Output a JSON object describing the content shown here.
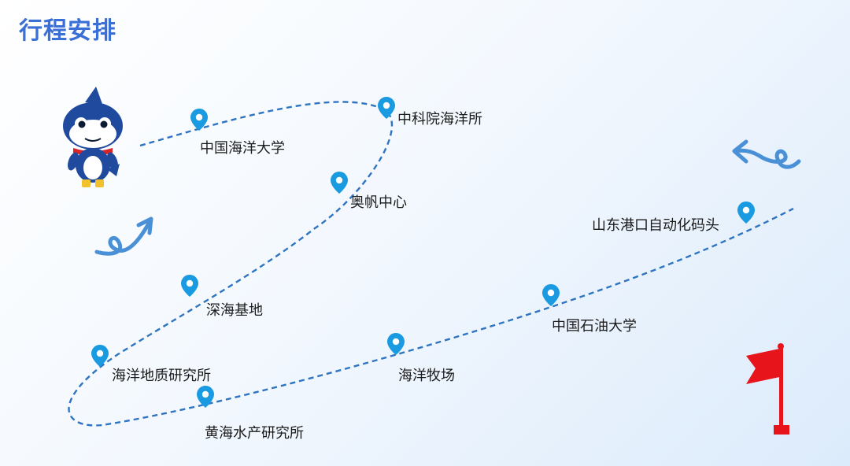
{
  "title": "行程安排",
  "stops": [
    {
      "id": "ocean-univ",
      "label": "中国海洋大学"
    },
    {
      "id": "cas-ocean",
      "label": "中科院海洋所"
    },
    {
      "id": "aofan",
      "label": "奥帆中心"
    },
    {
      "id": "deep-sea",
      "label": "深海基地"
    },
    {
      "id": "geology",
      "label": "海洋地质研究所"
    },
    {
      "id": "yellow-sea",
      "label": "黄海水产研究所"
    },
    {
      "id": "ranch",
      "label": "海洋牧场"
    },
    {
      "id": "petroleum",
      "label": "中国石油大学"
    },
    {
      "id": "port",
      "label": "山东港口自动化码头"
    }
  ],
  "colors": {
    "route": "#2f74c0",
    "pin": "#1a9ae0",
    "title": "#3b6fd8",
    "flag": "#e8141b",
    "arrow": "#4a90d6"
  }
}
